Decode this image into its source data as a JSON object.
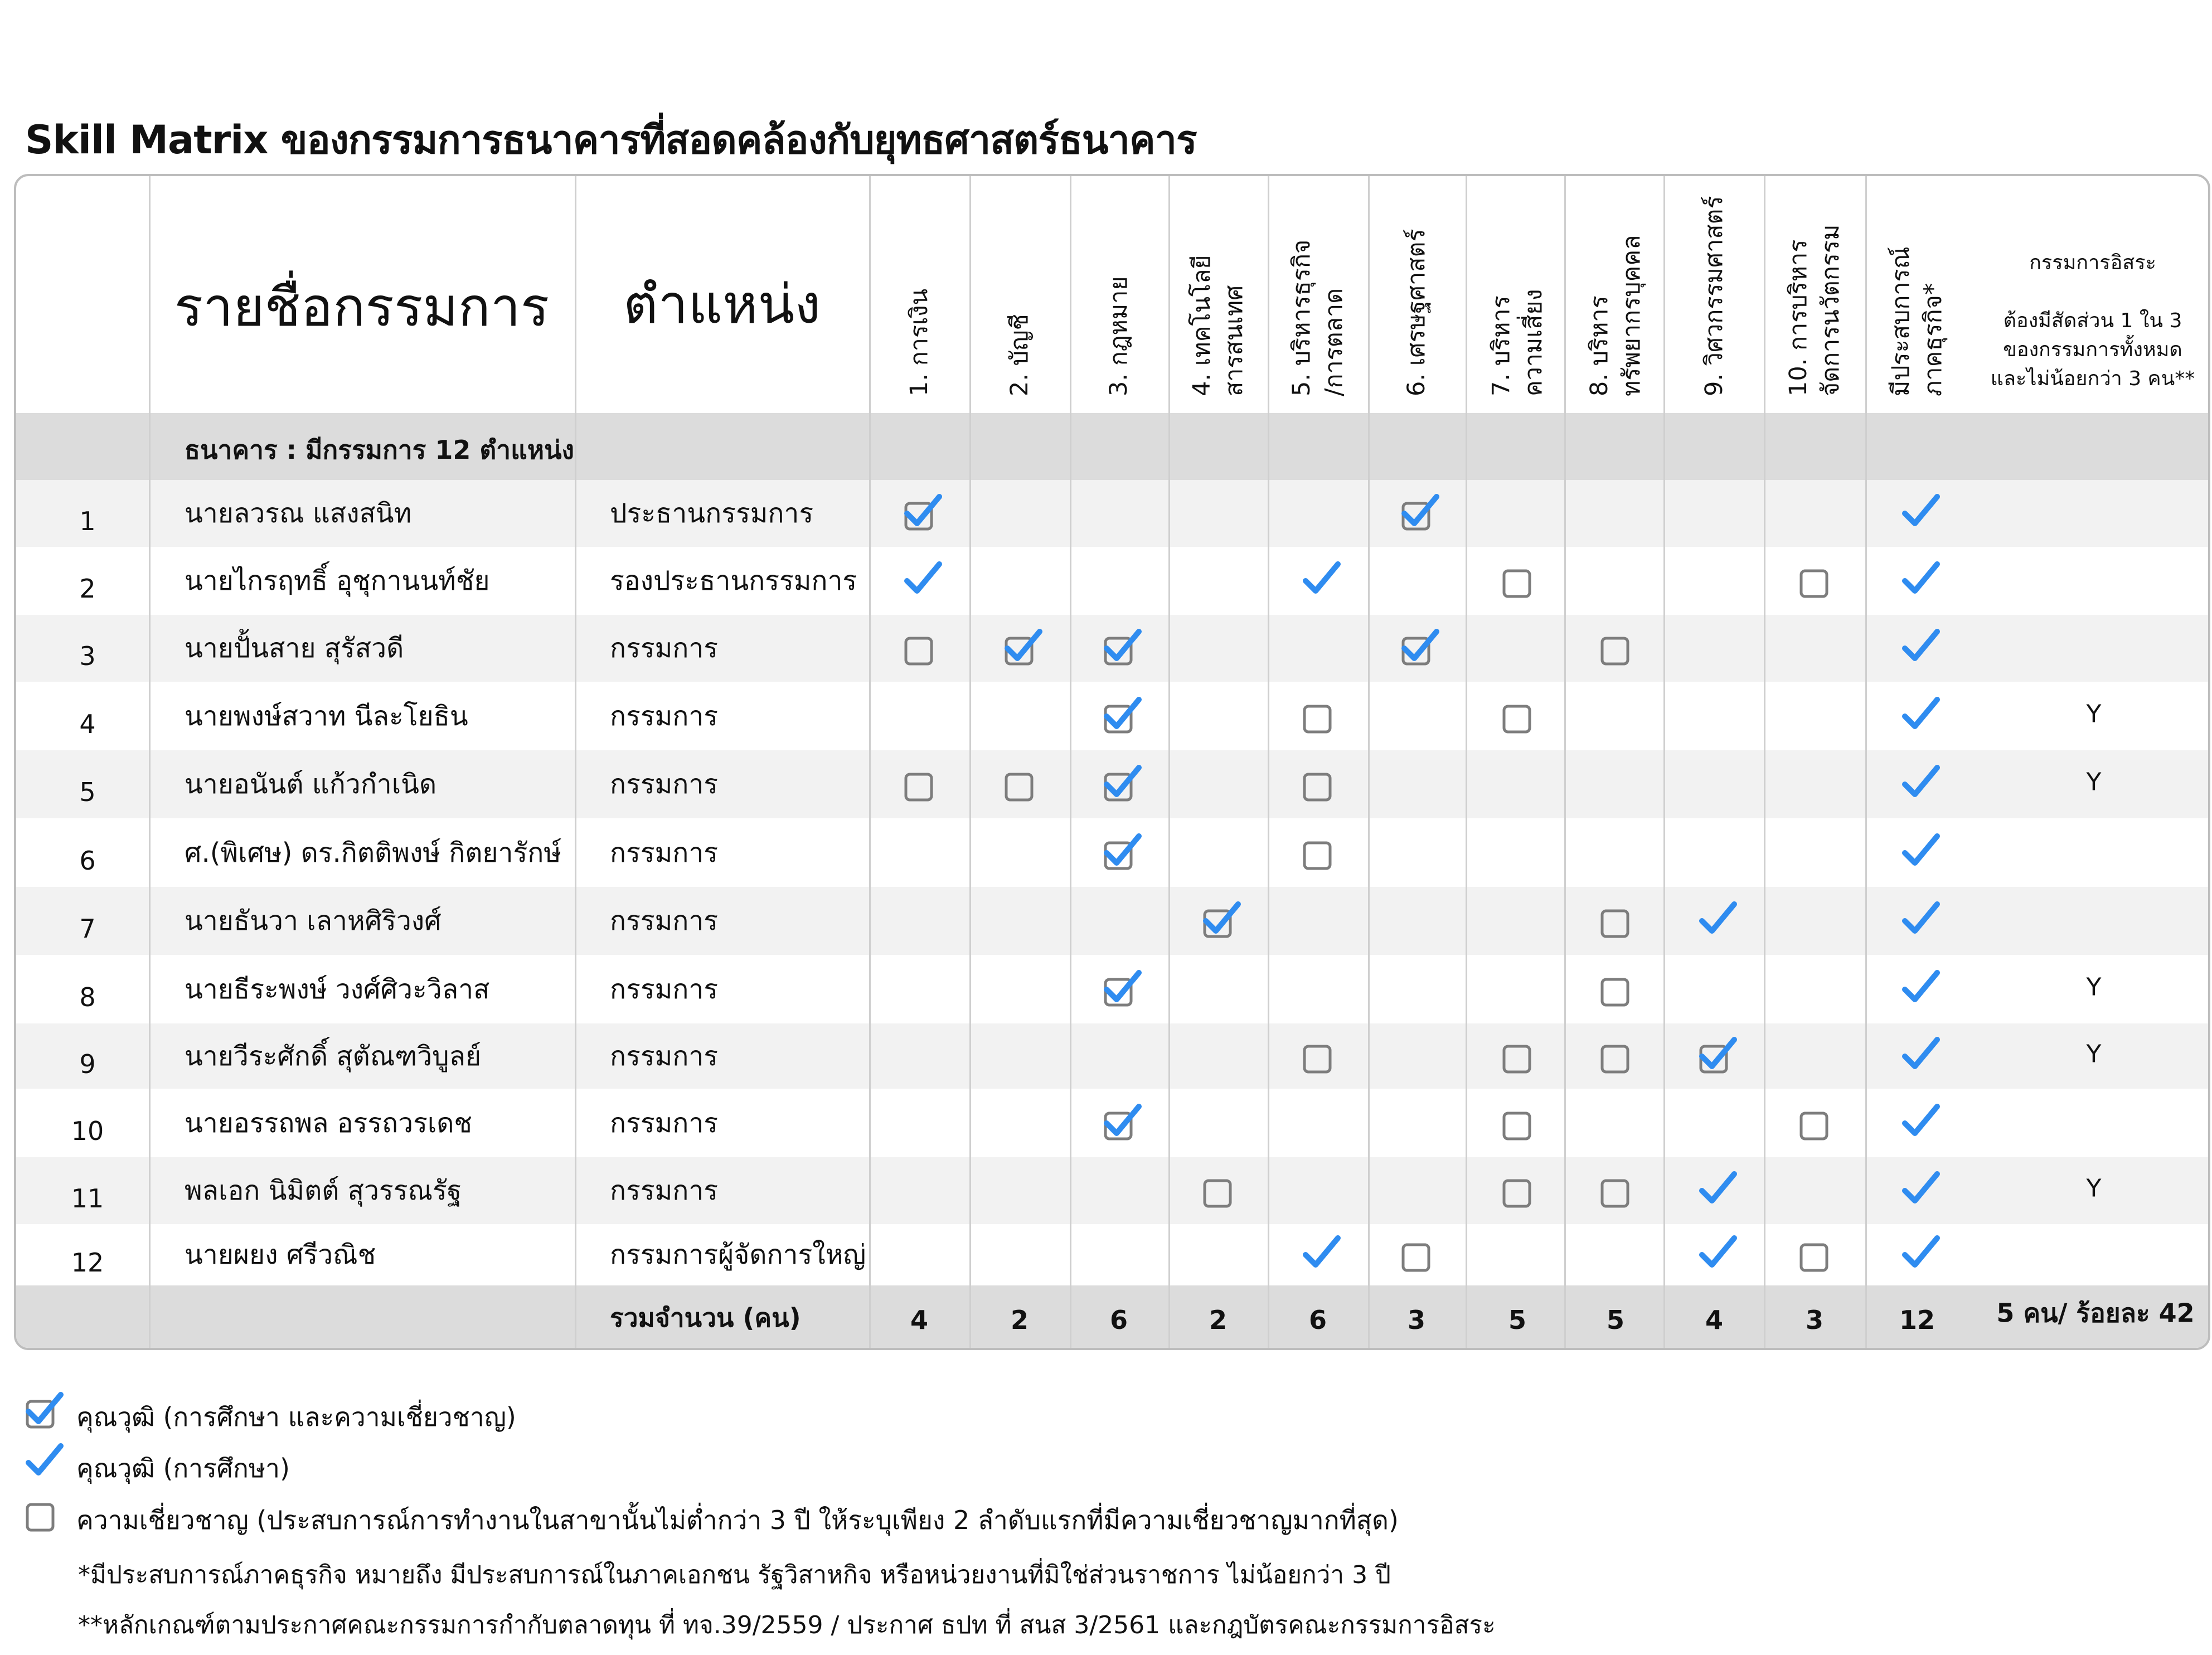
{
  "title": "Skill Matrix ของกรรมการธนาคารที่สอดคล้องกับยุทธศาสตร์ธนาคาร",
  "header": {
    "name_col": "รายชื่อกรรมการ",
    "position_col": "ตำแหน่ง",
    "skills": [
      [
        "1. การเงิน"
      ],
      [
        "2. บัญชี"
      ],
      [
        "3. กฎหมาย"
      ],
      [
        "4. เทคโนโลยี",
        "สารสนเทศ"
      ],
      [
        "5. บริหารธุรกิจ",
        "/การตลาด"
      ],
      [
        "6. เศรษฐศาสตร์"
      ],
      [
        "7. บริหาร",
        "ความเสี่ยง"
      ],
      [
        "8. บริหาร",
        "ทรัพยากรบุคคล"
      ],
      [
        "9. วิศวกรรมศาสตร์"
      ],
      [
        "10. การบริหาร",
        "จัดการนวัตกรรม"
      ],
      [
        "มีประสบการณ์",
        "ภาคธุรกิจ*"
      ]
    ],
    "independent": [
      "กรรมการอิสระ",
      "",
      "ต้องมีสัดส่วน 1 ใน 3",
      "ของกรรมการทั้งหมด",
      "และไม่น้อยกว่า 3 คน**"
    ]
  },
  "section_label": "ธนาคาร : มีกรรมการ 12 ตำแหน่ง",
  "rows": [
    {
      "no": "1",
      "name": "นายลวรณ แสงสนิท",
      "position": "ประธานกรรมการ",
      "marks": [
        "both",
        "",
        "",
        "",
        "",
        "both",
        "",
        "",
        "",
        "",
        "edu"
      ],
      "independent": ""
    },
    {
      "no": "2",
      "name": "นายไกรฤทธิ์ อุชุกานนท์ชัย",
      "position": "รองประธานกรรมการ",
      "marks": [
        "edu",
        "",
        "",
        "",
        "edu",
        "",
        "exp",
        "",
        "",
        "exp",
        "edu"
      ],
      "independent": ""
    },
    {
      "no": "3",
      "name": "นายปั้นสาย สุรัสวดี",
      "position": "กรรมการ",
      "marks": [
        "exp",
        "both",
        "both",
        "",
        "",
        "both",
        "",
        "exp",
        "",
        "",
        "edu"
      ],
      "independent": ""
    },
    {
      "no": "4",
      "name": "นายพงษ์สวาท นีละโยธิน",
      "position": "กรรมการ",
      "marks": [
        "",
        "",
        "both",
        "",
        "exp",
        "",
        "exp",
        "",
        "",
        "",
        "edu"
      ],
      "independent": "Y"
    },
    {
      "no": "5",
      "name": "นายอนันต์ แก้วกำเนิด",
      "position": "กรรมการ",
      "marks": [
        "exp",
        "exp",
        "both",
        "",
        "exp",
        "",
        "",
        "",
        "",
        "",
        "edu"
      ],
      "independent": "Y"
    },
    {
      "no": "6",
      "name": "ศ.(พิเศษ) ดร.กิตติพงษ์ กิตยารักษ์",
      "position": "กรรมการ",
      "marks": [
        "",
        "",
        "both",
        "",
        "exp",
        "",
        "",
        "",
        "",
        "",
        "edu"
      ],
      "independent": ""
    },
    {
      "no": "7",
      "name": "นายธันวา เลาหศิริวงศ์",
      "position": "กรรมการ",
      "marks": [
        "",
        "",
        "",
        "both",
        "",
        "",
        "",
        "exp",
        "edu",
        "",
        "edu"
      ],
      "independent": ""
    },
    {
      "no": "8",
      "name": "นายธีระพงษ์ วงศ์ศิวะวิลาส",
      "position": "กรรมการ",
      "marks": [
        "",
        "",
        "both",
        "",
        "",
        "",
        "",
        "exp",
        "",
        "",
        "edu"
      ],
      "independent": "Y"
    },
    {
      "no": "9",
      "name": "นายวีระศักดิ์  สุตัณฑวิบูลย์",
      "position": "กรรมการ",
      "marks": [
        "",
        "",
        "",
        "",
        "exp",
        "",
        "exp",
        "exp",
        "both",
        "",
        "edu"
      ],
      "independent": "Y"
    },
    {
      "no": "10",
      "name": "นายอรรถพล  อรรถวรเดช",
      "position": "กรรมการ",
      "marks": [
        "",
        "",
        "both",
        "",
        "",
        "",
        "exp",
        "",
        "",
        "exp",
        "edu"
      ],
      "independent": ""
    },
    {
      "no": "11",
      "name": "พลเอก นิมิตต์ สุวรรณรัฐ",
      "position": "กรรมการ",
      "marks": [
        "",
        "",
        "",
        "exp",
        "",
        "",
        "exp",
        "exp",
        "edu",
        "",
        "edu"
      ],
      "independent": "Y"
    },
    {
      "no": "12",
      "name": "นายผยง ศรีวณิช",
      "position": "กรรมการผู้จัดการใหญ่",
      "marks": [
        "",
        "",
        "",
        "",
        "edu",
        "exp",
        "",
        "",
        "edu",
        "exp",
        "edu"
      ],
      "independent": ""
    }
  ],
  "totals": {
    "label": "รวมจำนวน (คน)",
    "values": [
      "4",
      "2",
      "6",
      "2",
      "6",
      "3",
      "5",
      "5",
      "4",
      "3",
      "12"
    ],
    "independent": "5 คน/ ร้อยละ 42"
  },
  "legend": {
    "both": "คุณวุฒิ (การศึกษา และความเชี่ยวชาญ)",
    "edu": "คุณวุฒิ (การศึกษา)",
    "exp": "ความเชี่ยวชาญ  (ประสบการณ์การทำงานในสาขานั้นไม่ต่ำกว่า 3 ปี ให้ระบุเพียง 2 ลำดับแรกที่มีความเชี่ยวชาญมากที่สุด)"
  },
  "notes": [
    "*มีประสบการณ์ภาคธุรกิจ หมายถึง มีประสบการณ์ในภาคเอกชน รัฐวิสาหกิจ หรือหน่วยงานที่มิใช่ส่วนราชการ ไม่น้อยกว่า 3 ปี",
    "**หลักเกณฑ์ตามประกาศคณะกรรมการกำกับตลาดทุน ที่ ทจ.39/2559 / ประกาศ ธปท ที่ สนส 3/2561 และกฎบัตรคณะกรรมการอิสระ"
  ],
  "colors": {
    "accent": "#2f8cf0",
    "box_border": "#7d7d7d",
    "grey_band": "#dcdcdc",
    "alt_row": "#f2f2f2",
    "divider": "#cfcfcf"
  }
}
